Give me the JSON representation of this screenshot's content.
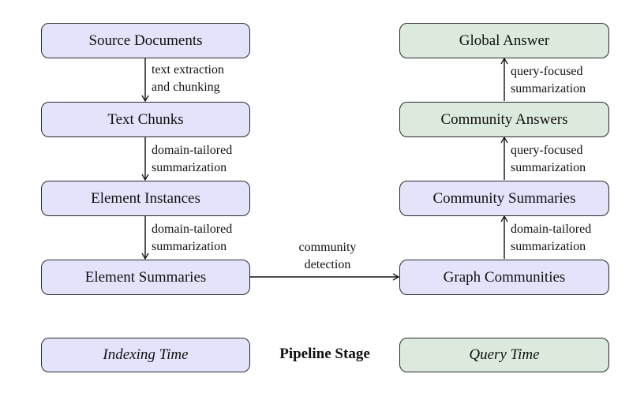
{
  "indexing": {
    "source_documents": "Source Documents",
    "text_chunks": "Text Chunks",
    "element_instances": "Element Instances",
    "element_summaries": "Element Summaries",
    "edge1": [
      "text extraction",
      "and chunking"
    ],
    "edge2": [
      "domain-tailored",
      "summarization"
    ],
    "edge3": [
      "domain-tailored",
      "summarization"
    ]
  },
  "query": {
    "global_answer": "Global Answer",
    "community_answers": "Community Answers",
    "community_summaries": "Community Summaries",
    "graph_communities": "Graph Communities",
    "edge1": [
      "query-focused",
      "summarization"
    ],
    "edge2": [
      "query-focused",
      "summarization"
    ],
    "edge3": [
      "domain-tailored",
      "summarization"
    ]
  },
  "bridge": [
    "community",
    "detection"
  ],
  "legend": {
    "indexing_time": "Indexing Time",
    "pipeline_stage": "Pipeline Stage",
    "query_time": "Query Time"
  },
  "colors": {
    "indexing_fill": "#e3e3fb",
    "query_fill": "#dbeadd",
    "stroke": "#2a2a2a"
  }
}
